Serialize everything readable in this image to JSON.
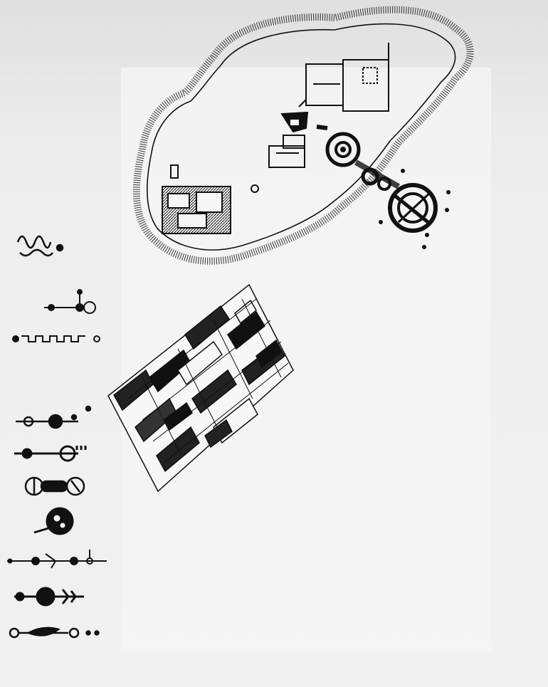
{
  "artwork": {
    "medium": "ink-drawing",
    "colors": {
      "paper": "#f2f2f2",
      "ink": "#111111"
    }
  },
  "legend_glyph_names": [
    "squiggle-glyph",
    "node-tree-glyph",
    "chain-glyph",
    "bead-strand-glyph",
    "key-glyph",
    "capsule-glyph",
    "ring-glyph",
    "dot-chain-glyph",
    "figure-glyph",
    "spindle-glyph"
  ]
}
